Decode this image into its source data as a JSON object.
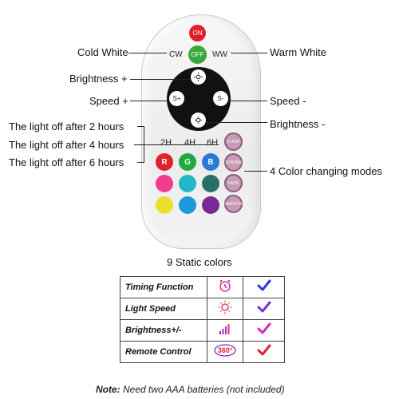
{
  "remote": {
    "on_label": "ON",
    "off_label": "OFF",
    "cw_label": "CW",
    "ww_label": "WW",
    "speed_plus": "S+",
    "speed_minus": "S-",
    "hours": [
      "2H",
      "4H",
      "6H"
    ],
    "color_letters": [
      "R",
      "G",
      "B"
    ],
    "mode_buttons": [
      "FLASH",
      "STROBE",
      "FADE",
      "SMOOTH"
    ],
    "static_colors": [
      "#e0202a",
      "#1faa3c",
      "#2a7ad8",
      "#f03c8c",
      "#22b8c8",
      "#2b6f6a",
      "#e8e02a",
      "#1a9ad8",
      "#7a2a9a"
    ]
  },
  "callouts": {
    "cold_white": "Cold White",
    "warm_white": "Warm White",
    "brightness_plus": "Brightness +",
    "speed_plus": "Speed +",
    "speed_minus": "Speed -",
    "brightness_minus": "Brightness -",
    "off_2h": "The light off after 2 hours",
    "off_4h": "The light off after 4 hours",
    "off_6h": "The light off after 6 hours",
    "color_modes": "4 Color changing modes",
    "static_colors": "9 Static colors"
  },
  "features": [
    {
      "name": "Timing Function",
      "icon": "alarm-clock-icon",
      "check_color": "#2a3ad8"
    },
    {
      "name": "Light Speed",
      "icon": "sun-icon",
      "check_color": "#7a2ad8"
    },
    {
      "name": "Brightness+/-",
      "icon": "signal-bars-icon",
      "check_color": "#d82ab8"
    },
    {
      "name": "Remote Control",
      "icon": "360-icon",
      "check_color": "#e0202a"
    }
  ],
  "note": {
    "label": "Note:",
    "text": " Need two AAA batteries (not included)"
  }
}
